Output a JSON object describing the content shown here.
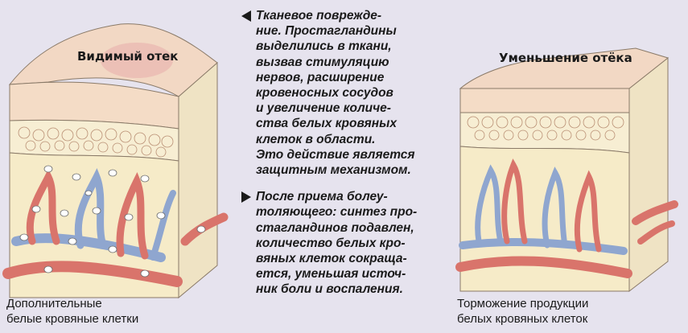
{
  "left": {
    "label": "Видимый отек",
    "caption_line1": "Дополнительные",
    "caption_line2": "белые кровяные клетки"
  },
  "right": {
    "label": "Уменьшение отёка",
    "caption_line1": "Торможение продукции",
    "caption_line2": "белых кровяных клеток"
  },
  "center": {
    "para1": [
      "Тканевое поврежде-",
      "ние. Простагландины",
      "выделились в ткани,",
      "вызвав стимуляцию",
      "нервов, расширение",
      "кровеносных сосудов",
      "и увеличение количе-",
      "ства белых кровяных",
      "клеток в области.",
      "Это действие является",
      "защитным механизмом."
    ],
    "para2": [
      "После приема болеу-",
      "толяющего: синтез про-",
      "стагландинов подавлен,",
      "количество белых кро-",
      "вяных клеток сокраща-",
      "ется, уменьшая источ-",
      "ник боли и воспаления."
    ]
  },
  "colors": {
    "skin_top": "#f2d8c4",
    "swelling": "#e9b7b0",
    "dermis": "#f6ebc8",
    "artery": "#d9746b",
    "vein": "#8fa6cf",
    "cell_outline": "#b98f74",
    "background": "#e6e3ee"
  }
}
